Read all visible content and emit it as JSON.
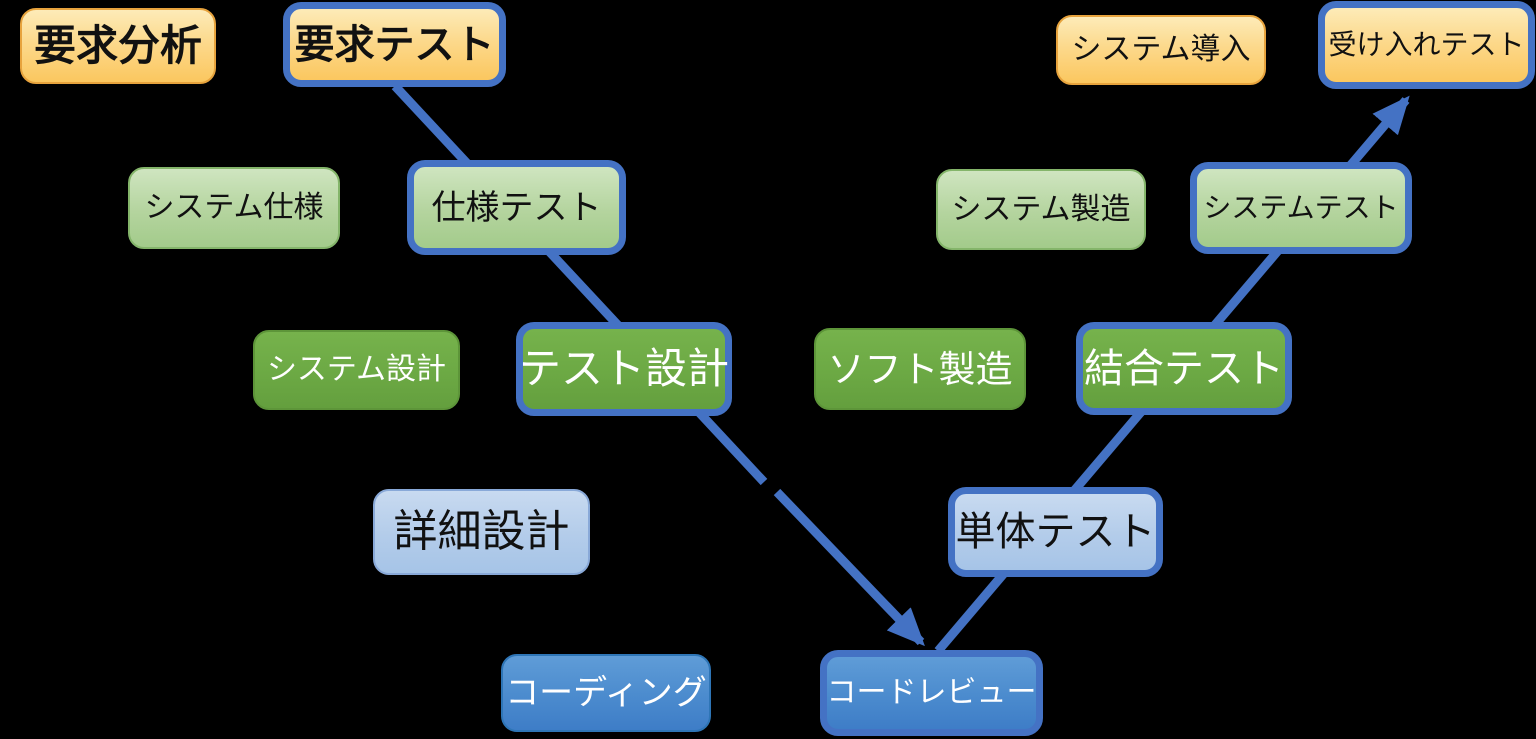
{
  "diagram": {
    "kind": "v-model-process-diagram",
    "background_color": "#000000",
    "arrow_color": "#4472C4",
    "accent_border_color": "#4472C4",
    "palette": {
      "orange_fill_top": "#FDEBB8",
      "orange_fill_bottom": "#FBC75F",
      "orange_border": "#E7A33D",
      "light_green_fill_top": "#CFE5C0",
      "light_green_fill_bottom": "#A3CB8B",
      "light_green_border": "#84B56A",
      "dark_green_fill_top": "#76B24C",
      "dark_green_fill_bottom": "#649F3E",
      "dark_green_border": "#5D9539",
      "light_blue_fill_top": "#C8DAF0",
      "light_blue_fill_bottom": "#A6C4E7",
      "light_blue_border": "#89A9D8",
      "mid_blue_fill_top": "#5F9CD7",
      "mid_blue_fill_bottom": "#3E7DC7",
      "mid_blue_border": "#2E75B6",
      "dark_text": "#111111",
      "white_text": "#FFFFFF"
    },
    "nodes": [
      {
        "label": "要求分析",
        "color_group": "orange",
        "accent_border": false
      },
      {
        "label": "要求テスト",
        "color_group": "orange",
        "accent_border": true
      },
      {
        "label": "システム導入",
        "color_group": "orange",
        "accent_border": false
      },
      {
        "label": "受け入れテスト",
        "color_group": "orange",
        "accent_border": true
      },
      {
        "label": "システム仕様",
        "color_group": "green-light",
        "accent_border": false
      },
      {
        "label": "仕様テスト",
        "color_group": "green-light",
        "accent_border": true
      },
      {
        "label": "システム製造",
        "color_group": "green-light",
        "accent_border": false
      },
      {
        "label": "システムテスト",
        "color_group": "green-light",
        "accent_border": true
      },
      {
        "label": "システム設計",
        "color_group": "green-dark",
        "accent_border": false
      },
      {
        "label": "テスト設計",
        "color_group": "green-dark",
        "accent_border": true
      },
      {
        "label": "ソフト製造",
        "color_group": "green-dark",
        "accent_border": false
      },
      {
        "label": "結合テスト",
        "color_group": "green-dark",
        "accent_border": true
      },
      {
        "label": "詳細設計",
        "color_group": "blue-light",
        "accent_border": false
      },
      {
        "label": "単体テスト",
        "color_group": "blue-light",
        "accent_border": true
      },
      {
        "label": "コーディング",
        "color_group": "blue-mid",
        "accent_border": false
      },
      {
        "label": "コードレビュー",
        "color_group": "blue-mid",
        "accent_border": true
      }
    ],
    "arrows": [
      {
        "name": "descending-arrow",
        "from": "要求テスト",
        "to": "コードレビュー",
        "direction": "down-right",
        "style": "thick solid with one gap, arrowhead at bottom"
      },
      {
        "name": "ascending-arrow",
        "from": "コードレビュー",
        "to": "受け入れテスト",
        "direction": "up-right",
        "style": "thick solid, arrowhead at top"
      }
    ]
  }
}
